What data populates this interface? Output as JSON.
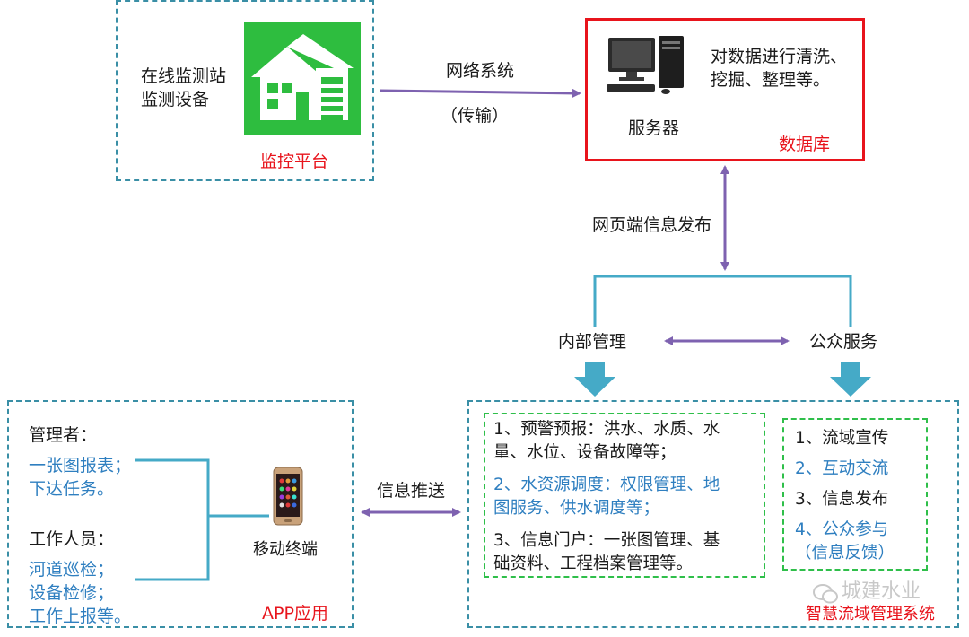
{
  "monitoring": {
    "station_line1": "在线监测站",
    "station_line2": "监测设备",
    "platform_label": "监控平台"
  },
  "network": {
    "label": "网络系统",
    "sub_label": "（传输）"
  },
  "database": {
    "desc_line1": "对数据进行清洗、",
    "desc_line2": "挖掘、整理等。",
    "server_label": "服务器",
    "db_label": "数据库"
  },
  "web_publish_label": "网页端信息发布",
  "internal_label": "内部管理",
  "public_label": "公众服务",
  "info_push_label": "信息推送",
  "app": {
    "manager_title": "管理者：",
    "manager_items_line1": "一张图报表；",
    "manager_items_line2": "下达任务。",
    "staff_title": "工作人员：",
    "staff_line1": "河道巡检；",
    "staff_line2": "设备检修；",
    "staff_line3": "工作上报等。",
    "terminal_label": "移动终端",
    "app_label": "APP应用"
  },
  "internal_items": {
    "item1_line1": "1、预警预报：洪水、水质、水",
    "item1_line2": "量、水位、设备故障等；",
    "item2_line1": "2、水资源调度：权限管理、地",
    "item2_line2": "图服务、供水调度等；",
    "item3_line1": "3、信息门户：一张图管理、基",
    "item3_line2": "础资料、工程档案管理等。"
  },
  "public_items": {
    "item1": "1、流域宣传",
    "item2": "2、互动交流",
    "item3": "3、信息发布",
    "item4": "4、公众参与",
    "item4_sub": "（信息反馈）"
  },
  "system_label": "智慧流域管理系统",
  "watermark": "城建水业",
  "colors": {
    "purple_arrow": "#7e62b0",
    "cyan_line": "#45aac7",
    "green_icon": "#2ebd3f",
    "red": "#e8141c",
    "blue_text": "#2f7fc0"
  }
}
